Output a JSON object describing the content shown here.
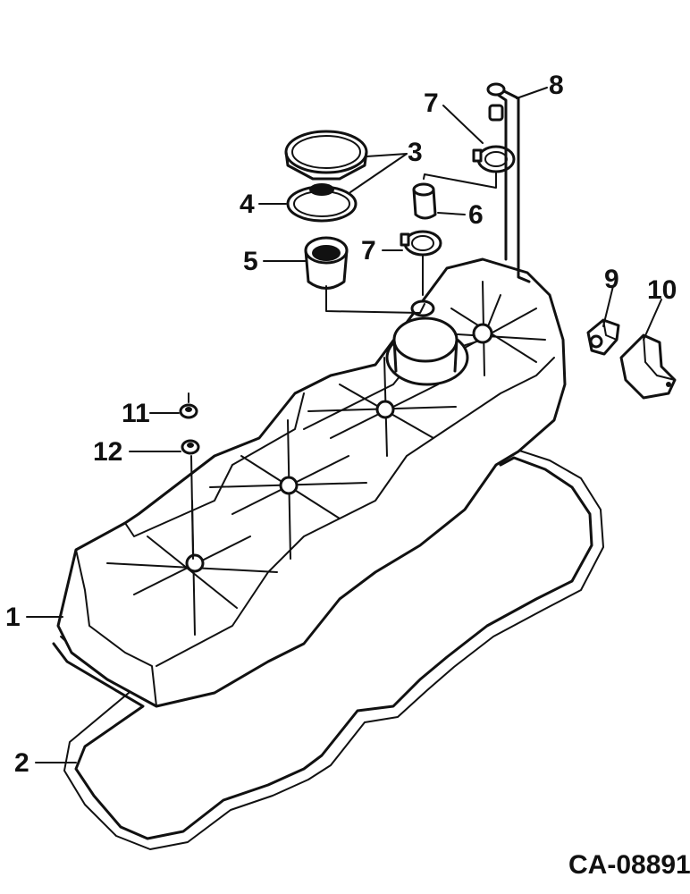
{
  "callouts": [
    {
      "id": "1",
      "label": "1"
    },
    {
      "id": "2",
      "label": "2"
    },
    {
      "id": "3",
      "label": "3"
    },
    {
      "id": "4",
      "label": "4"
    },
    {
      "id": "5",
      "label": "5"
    },
    {
      "id": "6",
      "label": "6"
    },
    {
      "id": "7a",
      "label": "7"
    },
    {
      "id": "7b",
      "label": "7"
    },
    {
      "id": "8",
      "label": "8"
    },
    {
      "id": "9",
      "label": "9"
    },
    {
      "id": "10",
      "label": "10"
    },
    {
      "id": "11",
      "label": "11"
    },
    {
      "id": "12",
      "label": "12"
    }
  ],
  "drawing_code": "CA-08891"
}
